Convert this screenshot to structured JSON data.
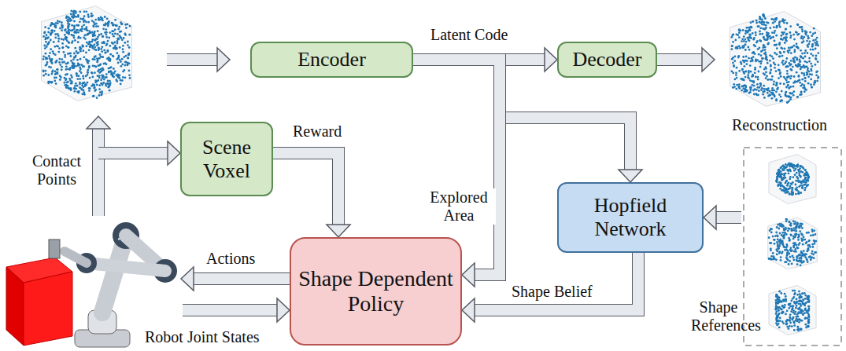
{
  "diagram": {
    "nodes": [
      {
        "text": [
          "Encoder"
        ]
      },
      {
        "text": [
          "Decoder"
        ]
      },
      {
        "text": [
          "Scene Voxel"
        ]
      },
      {
        "text": [
          "Hopfield Network"
        ]
      },
      {
        "text": [
          "Shape Dependent Policy"
        ]
      }
    ],
    "edges": [
      {
        "from": 0,
        "to": 1,
        "label": "Latent Code",
        "arrow": "to"
      },
      {
        "from": 0,
        "to": 3,
        "arrow": "to"
      },
      {
        "from": 0,
        "to": 4,
        "label": "Explored Area",
        "arrow": "to"
      },
      {
        "from": 2,
        "to": 4,
        "label": "Reward",
        "arrow": "to"
      },
      {
        "from": 3,
        "to": 4,
        "label": "Shape Belief",
        "arrow": "to"
      }
    ],
    "labels": [
      "Reconstruction",
      "Contact Points",
      "Actions",
      "Robot Joint States",
      "Shape References"
    ]
  }
}
